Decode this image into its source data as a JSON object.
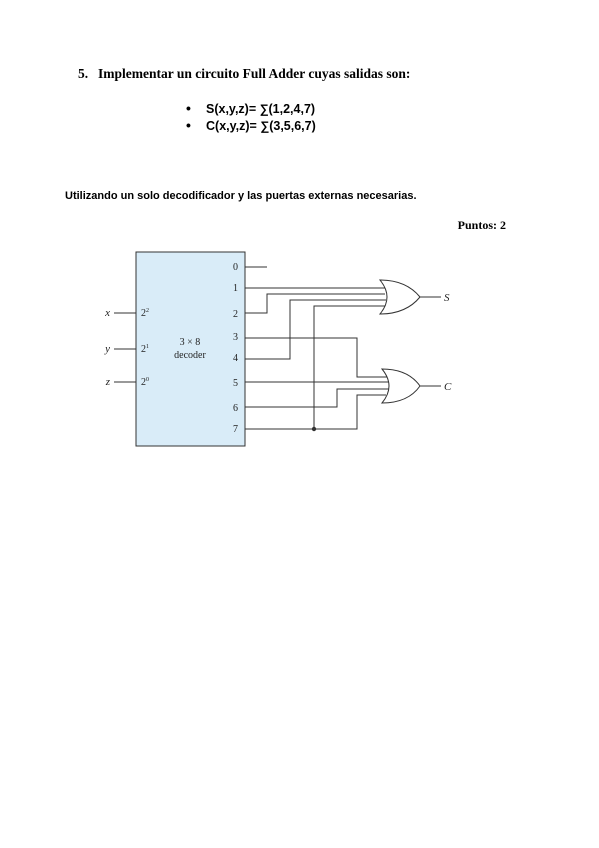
{
  "question": {
    "number": "5.",
    "title": "Implementar un circuito Full Adder cuyas salidas son:"
  },
  "functions": [
    {
      "bullet": "•",
      "text": "S(x,y,z)= ∑(1,2,4,7)"
    },
    {
      "bullet": "•",
      "text": "C(x,y,z)= ∑(3,5,6,7)"
    }
  ],
  "instruction": "Utilizando un solo decodificador y las puertas externas necesarias.",
  "points": "Puntos: 2",
  "diagram": {
    "decoder_line1": "3 × 8",
    "decoder_line2": "decoder",
    "inputs": [
      {
        "var": "x",
        "weight_base": "2",
        "weight_exp": "2"
      },
      {
        "var": "y",
        "weight_base": "2",
        "weight_exp": "1"
      },
      {
        "var": "z",
        "weight_base": "2",
        "weight_exp": "0"
      }
    ],
    "output_numbers": [
      "0",
      "1",
      "2",
      "3",
      "4",
      "5",
      "6",
      "7"
    ],
    "sum_output_label": "S",
    "carry_output_label": "C",
    "decoder_fill": "#d9ecf8"
  }
}
